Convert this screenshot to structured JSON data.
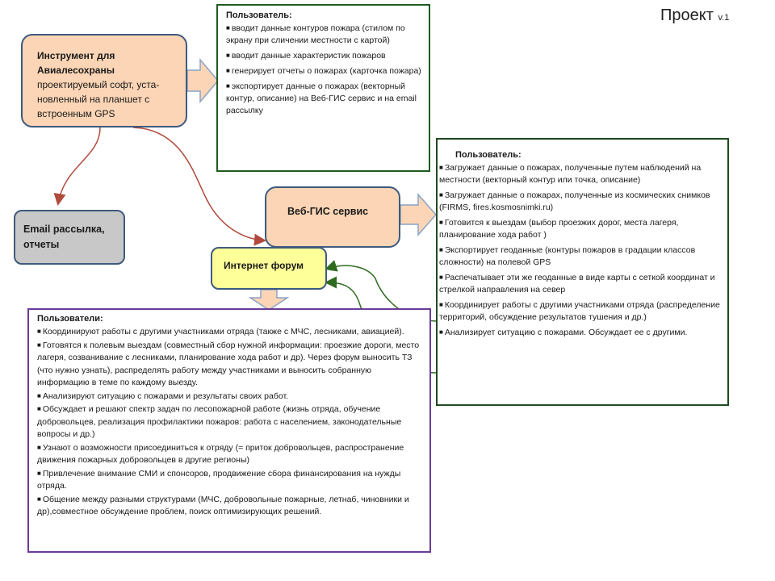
{
  "title": {
    "main": "Проект",
    "version": "v.1"
  },
  "nodes": {
    "tool": {
      "bold": "Инструмент для Авиалесохраны",
      "text": "проектируемый софт, уста-новленный на планшет с встроенным GPS",
      "color": "#fbd5b5"
    },
    "email": {
      "label": "Email рассылка, отчеты",
      "color": "#c8c8c8"
    },
    "webgis": {
      "label": "Веб-ГИС сервис",
      "color": "#fbd5b5"
    },
    "forum": {
      "label": "Интернет форум",
      "color": "#ffff99"
    }
  },
  "boxes": {
    "tool_users": {
      "head": "Пользователь:",
      "items": [
        "вводит данные контуров пожара (стилом по экрану при сличении местности с картой)",
        "вводит данные характеристик пожаров",
        "генерирует отчеты о пожарах (карточка пожара)",
        "экспортирует данные о пожарах (векторный контур, описание) на Веб-ГИС сервис и на email рассылку"
      ]
    },
    "webgis_users": {
      "head": "Пользователь:",
      "items": [
        "Загружает данные о пожарах, полученные путем наблюдений на местности (векторный контур или точка, описание)",
        "Загружает данные о пожарах, полученные из космических снимков (FIRMS, fires.kosmosnimki.ru)",
        "Готовится к выездам (выбор проезжих дорог, места лагеря, планирование хода работ )",
        "Экспортирует геоданные (контуры пожаров в градации классов сложности) на полевой GPS",
        "Распечатывает эти же геоданные в виде карты с сеткой координат и стрелкой направления на север",
        "Координирует работы с другими участниками отряда (распределение территорий, обсуждение результатов тушения и др.)",
        "Анализирует ситуацию с пожарами. Обсуждает ее с другими."
      ]
    },
    "forum_users": {
      "head": "Пользователи:",
      "items": [
        "Координируют работы с другими участниками отряда (также с МЧС, лесниками, авиацией).",
        "Готовятся к полевым выездам (совместный сбор нужной информации: проезжие дороги, место лагеря, созванивание с лесниками, планирование хода работ и др). Через форум выносить ТЗ (что нужно узнать), распределять работу между участниками и выносить собранную информацию в теме по каждому выезду.",
        "Анализируют ситуацию с пожарами и результаты своих работ.",
        "Обсуждает и решают спектр задач по лесопожарной работе (жизнь отряда, обучение добровольцев, реализация профилактики пожаров: работа с населением, законодательные вопросы и др.)",
        "Узнают о возможности присоединиться к отряду (= приток добровольцев, распространение движения пожарных добровольцев в другие регионы)",
        "Привлечение внимание СМИ и спонсоров, продвижение сбора финансирования на нужды отряда.",
        "Общение между разными структурами (МЧС, добровольные пожарные, летнаб, чиновники и др),совместное обсуждение проблем, поиск оптимизирующих решений."
      ]
    }
  },
  "colors": {
    "node_border": "#3e5a7e",
    "red_arrow": "#b04a3c",
    "green_arrow": "#2f6b1f",
    "block_arrow_fill": "#fbd5b5",
    "block_arrow_stroke": "#8ba3c7",
    "tool_box_border": "#1f5a1f",
    "webgis_box_border": "#1f4a1f",
    "forum_box_border": "#6a3a9a"
  }
}
